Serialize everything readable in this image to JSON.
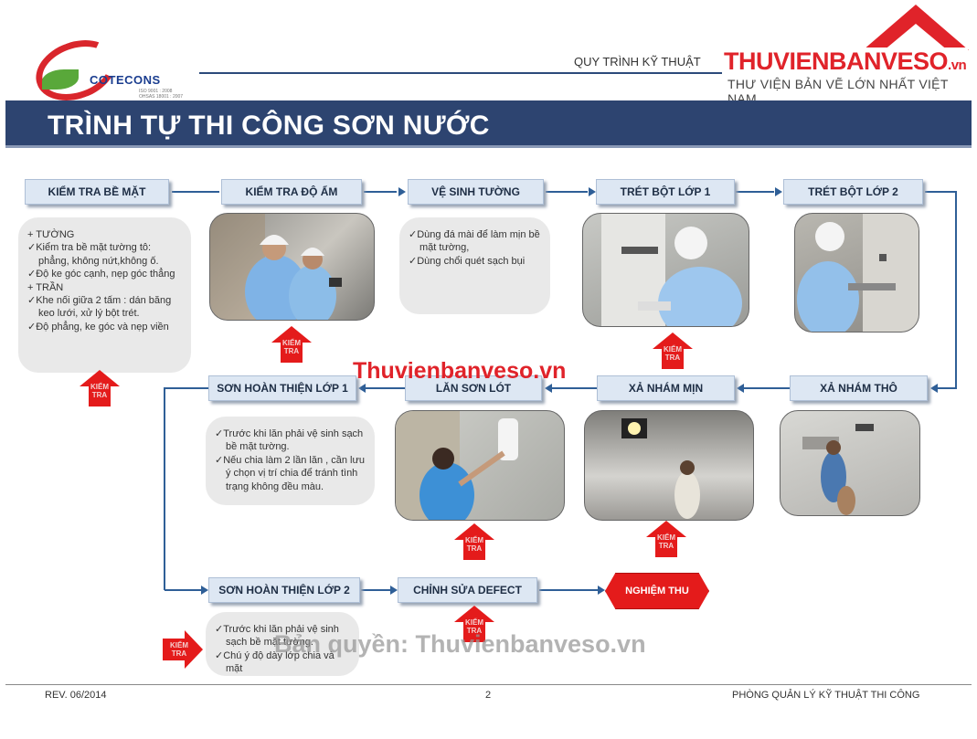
{
  "header": {
    "logo_text": "COTECONS",
    "logo_iso": [
      "ISO 9001 : 2008",
      "OHSAS 18001 : 2007"
    ],
    "doc_title": "QUY TRÌNH KỸ THUẬT",
    "watermark_brand": "THUVIENBANVESO",
    "watermark_tld": ".vn",
    "watermark_sub": "THƯ VIỆN BẢN VẼ LỚN NHẤT VIỆT NAM"
  },
  "banner": {
    "title": "TRÌNH TỰ THI CÔNG SƠN NƯỚC"
  },
  "steps": [
    {
      "label": "KIỂM TRA  BỀ MẶT"
    },
    {
      "label": "KIỂM TRA ĐỘ ẨM"
    },
    {
      "label": "VỆ SINH TƯỜNG"
    },
    {
      "label": "TRÉT BỘT LỚP 1"
    },
    {
      "label": "TRÉT BỘT LỚP 2"
    },
    {
      "label": "XẢ NHÁM  THÔ"
    },
    {
      "label": "XẢ NHÁM MỊN"
    },
    {
      "label": "LĂN SƠN LÓT"
    },
    {
      "label": "SƠN HOÀN THIỆN LỚP 1"
    },
    {
      "label": "SƠN HOÀN THIỆN LỚP 2"
    },
    {
      "label": "CHỈNH SỬA DEFECT"
    }
  ],
  "final_step": {
    "label": "NGHIỆM THU"
  },
  "notes": {
    "surface": [
      "+ TƯỜNG",
      "✓Kiểm tra bề mặt tường tô: phẳng, không nứt,không ố.",
      "✓Độ ke góc cạnh, nẹp góc thẳng",
      "+ TRẦN",
      "✓Khe nối giữa 2 tấm : dán băng keo lưới, xử lý bột trét.",
      "✓Độ phẳng, ke góc và nẹp viền"
    ],
    "cleaning": [
      "✓Dùng đá mài để làm mịn bề mặt tường,",
      "✓Dùng chổi quét sạch bụi"
    ],
    "finish1": [
      "✓Trước khi lăn phải vệ sinh sạch bề mặt tường.",
      "✓Nếu chia làm 2 lần lăn , cần lưu ý chọn vị trí chia để tránh tình trạng không đều màu."
    ],
    "finish2": [
      "✓Trước khi lăn phải vệ sinh sạch bề mặt tường.",
      "✓Chú ý độ dày lớp chia và mặt"
    ]
  },
  "check_label": [
    "KIỂM",
    "TRA"
  ],
  "watermark_center": "Thuvienbanveso.vn",
  "watermark_bottom": "Bản quyền: Thuvienbanveso.vn",
  "footer": {
    "rev": "REV. 06/2014",
    "page": "2",
    "dept": "PHÒNG QUẢN LÝ KỸ THUẬT THI CÔNG"
  },
  "colors": {
    "banner": "#2d4470",
    "step_bg": "#dde7f3",
    "accent_red": "#e41b1b",
    "arrow": "#2f5f97"
  }
}
